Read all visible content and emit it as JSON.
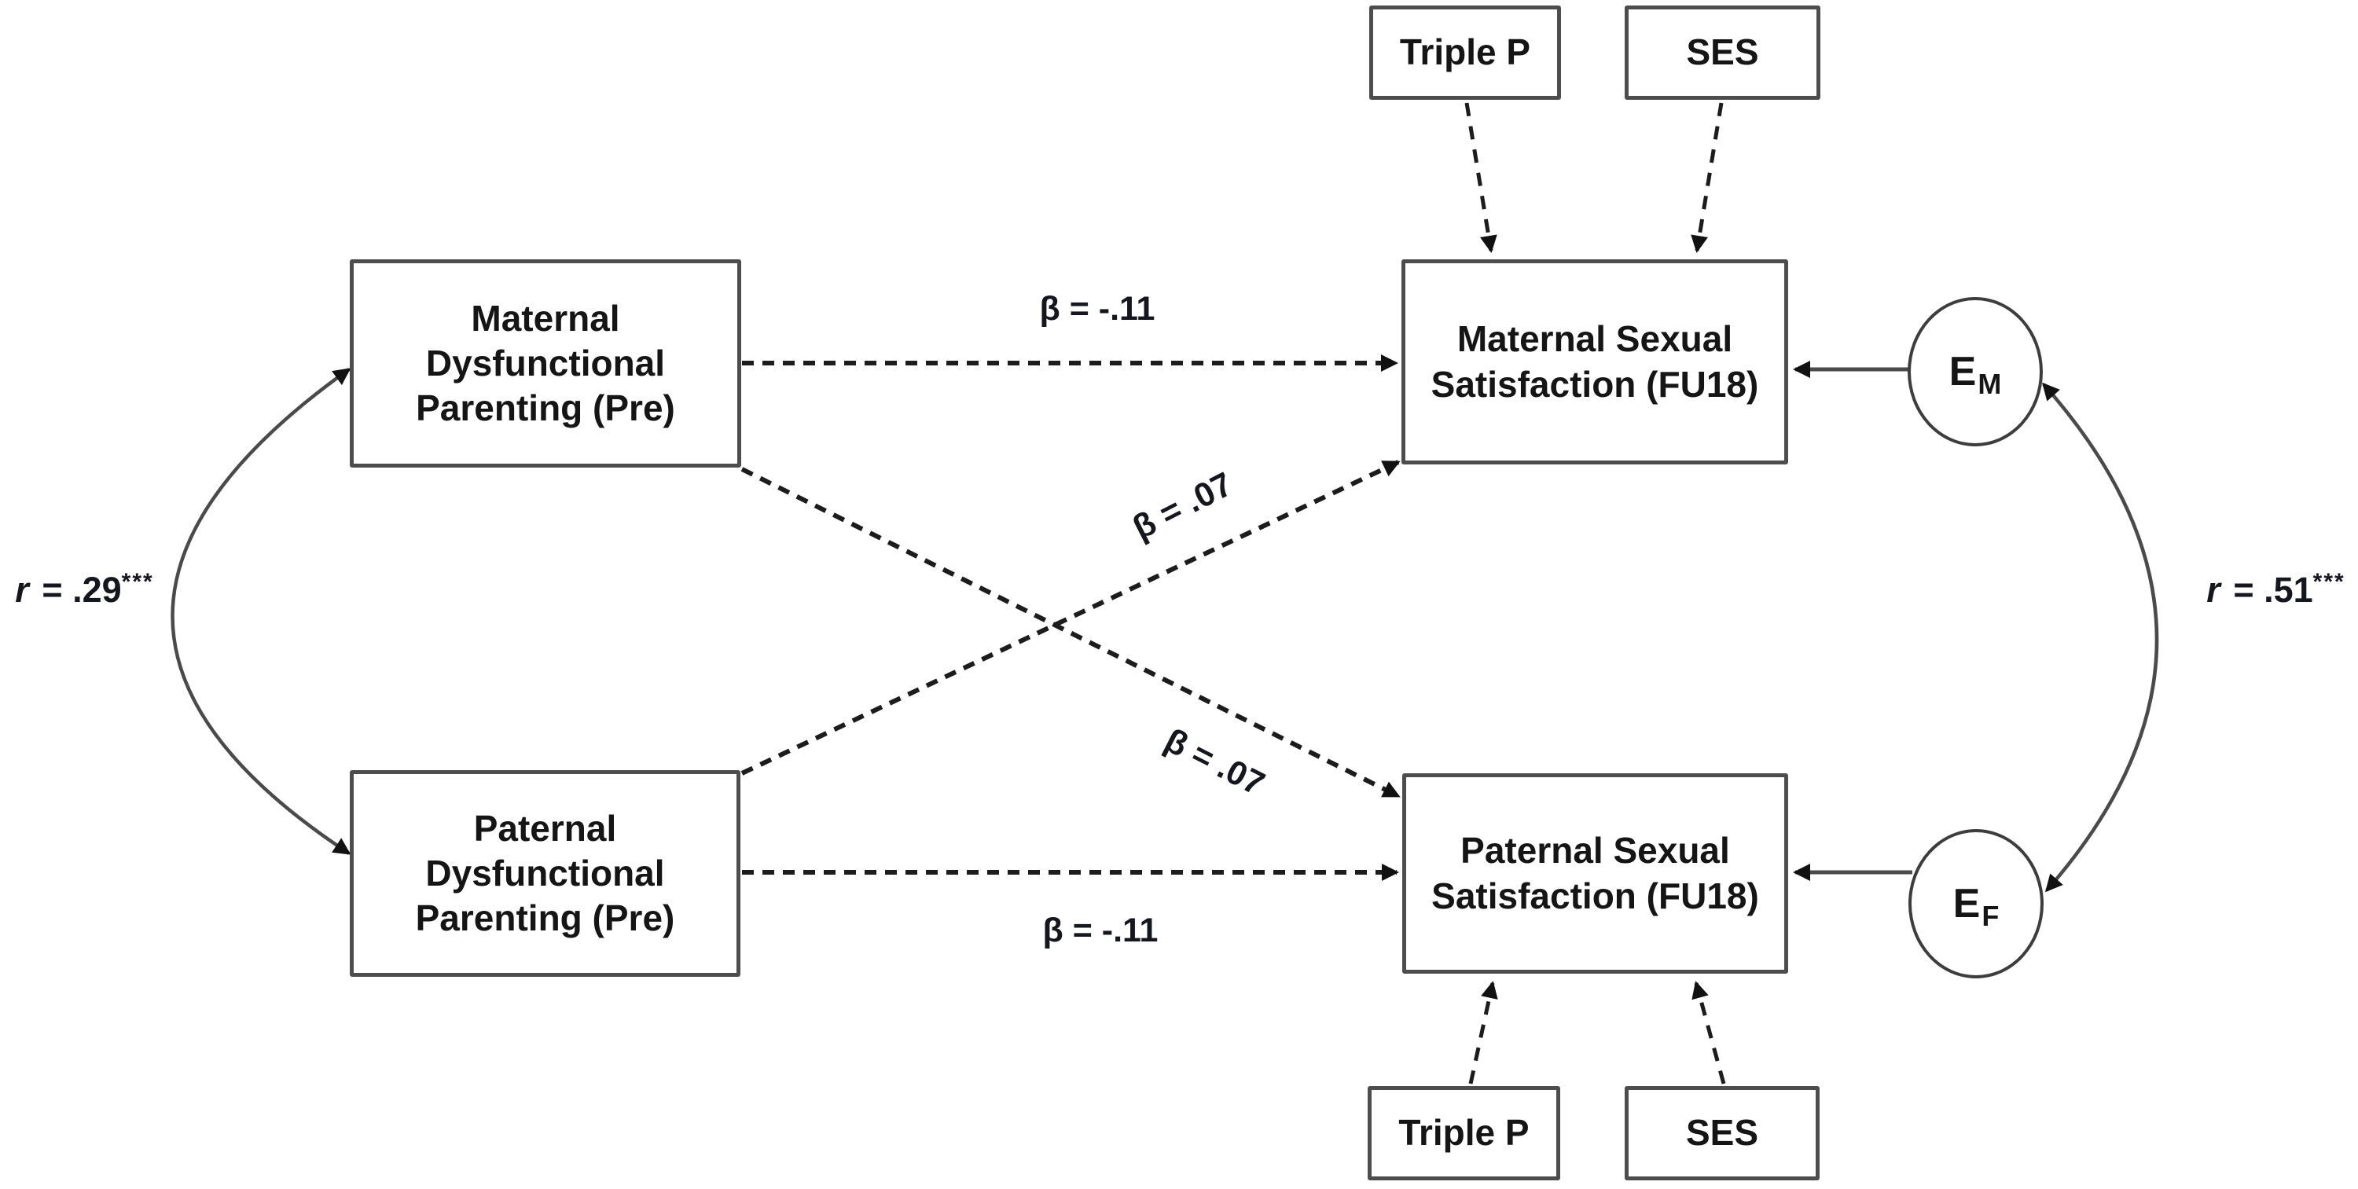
{
  "figure": {
    "nodes": {
      "triple_p_top": "Triple P",
      "ses_top": "SES",
      "maternal_parenting": "Maternal\nDysfunctional\nParenting (Pre)",
      "maternal_satisfaction": "Maternal Sexual\nSatisfaction (FU18)",
      "paternal_parenting": "Paternal\nDysfunctional\nParenting (Pre)",
      "paternal_satisfaction": "Paternal Sexual\nSatisfaction (FU18)",
      "triple_p_bottom": "Triple P",
      "ses_bottom": "SES",
      "error_maternal": {
        "symbol": "E",
        "subscript": "M"
      },
      "error_paternal": {
        "symbol": "E",
        "subscript": "F"
      }
    },
    "path_labels": {
      "maternal_direct": "β = -.11",
      "cross_to_maternal": "β = .07",
      "cross_to_paternal": "β = .07",
      "paternal_direct": "β = -.11"
    },
    "correlations": {
      "parenting": {
        "symbol": "r",
        "value": " = .29",
        "stars": "***"
      },
      "errors": {
        "symbol": "r",
        "value": " = .51",
        "stars": "***"
      }
    },
    "colors": {
      "background": "#ffffff",
      "box_border": "#4d4d4d",
      "solid_line": "#4a4a4a",
      "dashed_line": "#1c1c1c",
      "arrowhead": "#111111",
      "text": "#151515"
    }
  }
}
